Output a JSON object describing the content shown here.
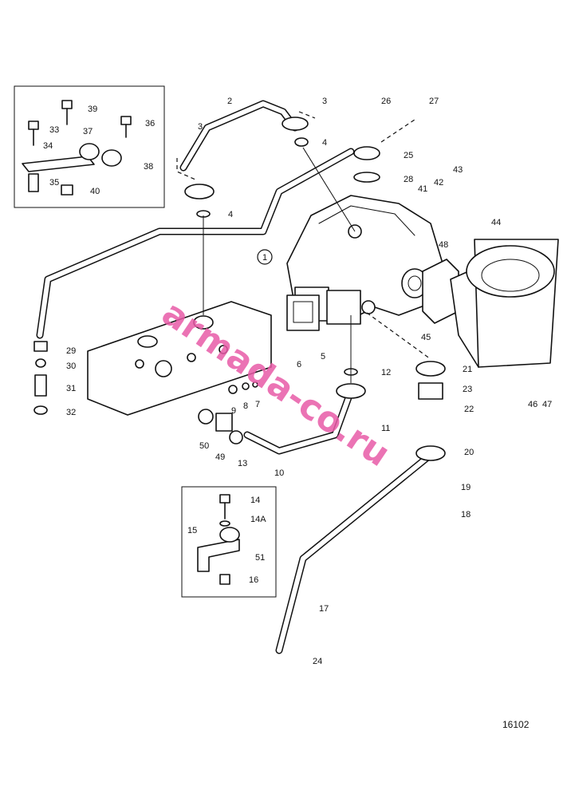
{
  "figure_number": "16102",
  "watermark": "armada-co.ru",
  "callout_circled": "1",
  "part_labels": [
    "2",
    "3",
    "3",
    "4",
    "4",
    "5",
    "6",
    "7",
    "8",
    "9",
    "10",
    "11",
    "12",
    "13",
    "14",
    "14A",
    "15",
    "16",
    "17",
    "18",
    "19",
    "20",
    "21",
    "22",
    "23",
    "24",
    "25",
    "26",
    "27",
    "28",
    "29",
    "30",
    "31",
    "32",
    "33",
    "34",
    "35",
    "36",
    "37",
    "38",
    "39",
    "40",
    "41",
    "42",
    "43",
    "44",
    "45",
    "46",
    "47",
    "48",
    "49",
    "50",
    "51"
  ]
}
